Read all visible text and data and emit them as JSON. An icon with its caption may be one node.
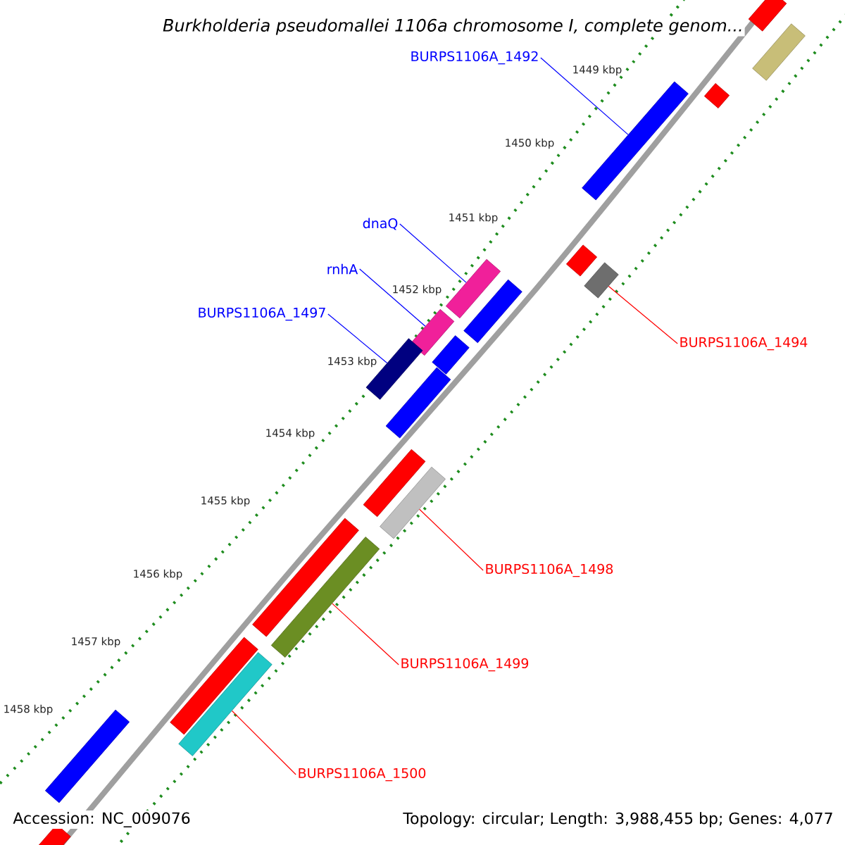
{
  "diagram": {
    "title": "Burkholderia pseudomallei 1106a chromosome I, complete genom...",
    "nodes": [
      {
        "text": [
          "BURPS1106A_1492"
        ]
      },
      {
        "text": [
          "dnaQ"
        ]
      },
      {
        "text": [
          "rnhA"
        ]
      },
      {
        "text": [
          "BURPS1106A_1497"
        ]
      },
      {
        "text": [
          "BURPS1106A_1494"
        ]
      },
      {
        "text": [
          "BURPS1106A_1498"
        ]
      },
      {
        "text": [
          "BURPS1106A_1499"
        ]
      },
      {
        "text": [
          "BURPS1106A_1500"
        ]
      },
      {
        "text": [],
        "shape": "bar"
      },
      {
        "text": [],
        "shape": "bar"
      },
      {
        "text": [],
        "shape": "bar"
      },
      {
        "text": [],
        "shape": "bar"
      },
      {
        "text": [],
        "shape": "bar"
      },
      {
        "text": [],
        "shape": "bar"
      },
      {
        "text": [],
        "shape": "bar"
      },
      {
        "text": [],
        "shape": "bar"
      },
      {
        "text": [],
        "shape": "bar"
      },
      {
        "text": [],
        "shape": "bar"
      },
      {
        "text": [],
        "shape": "bar"
      },
      {
        "text": [],
        "shape": "bar"
      },
      {
        "text": [],
        "shape": "bar"
      },
      {
        "text": [],
        "shape": "bar"
      },
      {
        "text": [],
        "shape": "bar"
      },
      {
        "text": [],
        "shape": "bar"
      },
      {
        "text": [],
        "shape": "bar"
      },
      {
        "text": [],
        "shape": "bar"
      },
      {
        "text": [],
        "shape": "bar"
      },
      {
        "text": [],
        "shape": "bar"
      }
    ],
    "edges": [
      {
        "from": 0,
        "to": 8,
        "arrow": "none"
      },
      {
        "from": 1,
        "to": 14,
        "arrow": "none"
      },
      {
        "from": 2,
        "to": 15,
        "arrow": "none"
      },
      {
        "from": 3,
        "to": 18,
        "arrow": "none"
      },
      {
        "from": 4,
        "to": 13,
        "arrow": "none",
        "color": "#ff0000"
      },
      {
        "from": 5,
        "to": 21,
        "arrow": "none",
        "color": "#ff0000"
      },
      {
        "from": 6,
        "to": 23,
        "arrow": "none",
        "color": "#ff0000"
      },
      {
        "from": 7,
        "to": 25,
        "arrow": "none",
        "color": "#ff0000"
      }
    ],
    "labels": [
      "1449 kbp",
      "1450 kbp",
      "1451 kbp",
      "1452 kbp",
      "1453 kbp",
      "1454 kbp",
      "1455 kbp",
      "1456 kbp",
      "1457 kbp",
      "1458 kbp",
      "Accession: NC_009076",
      "Topology: circular; Length: 3,988,455 bp; Genes: 4,077"
    ]
  }
}
